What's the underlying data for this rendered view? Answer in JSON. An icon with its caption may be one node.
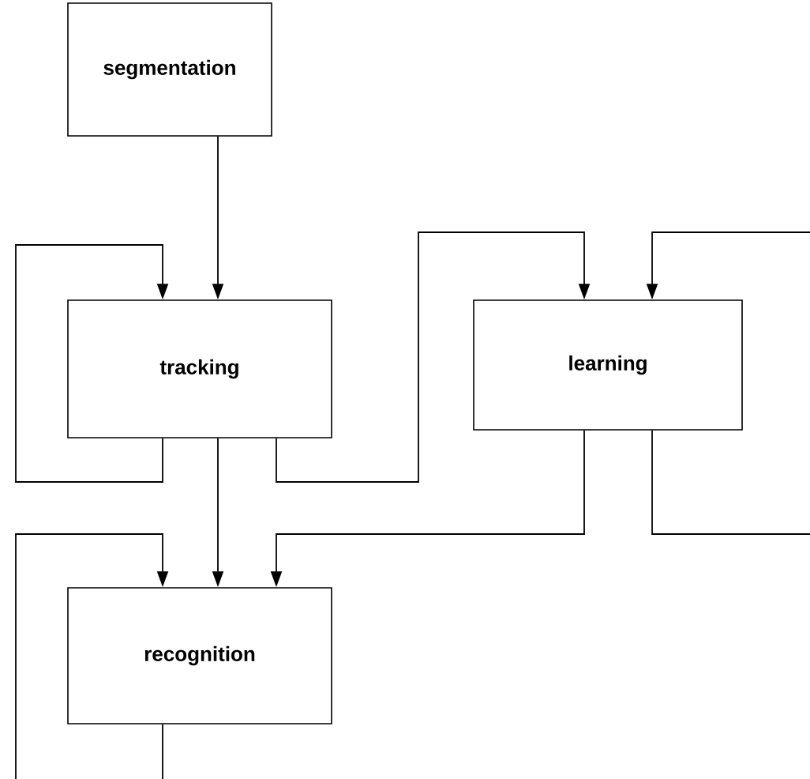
{
  "diagram": {
    "nodes": [
      {
        "text": [
          "segmentation"
        ]
      },
      {
        "text": [
          "tracking"
        ]
      },
      {
        "text": [
          "learning"
        ]
      },
      {
        "text": [
          "recognition"
        ]
      }
    ],
    "edges": [
      {
        "from": 0,
        "to": 1,
        "arrow": "to"
      },
      {
        "from": 1,
        "to": 1,
        "arrow": "to"
      },
      {
        "from": 1,
        "to": 2,
        "arrow": "to"
      },
      {
        "from": null,
        "to": 2,
        "arrow": "to"
      },
      {
        "from": 2,
        "to": null,
        "arrow": "none"
      },
      {
        "from": 1,
        "to": 3,
        "arrow": "to"
      },
      {
        "from": 2,
        "to": 3,
        "arrow": "to"
      },
      {
        "from": null,
        "to": 3,
        "arrow": "to"
      },
      {
        "from": 3,
        "to": null,
        "arrow": "none"
      }
    ]
  }
}
